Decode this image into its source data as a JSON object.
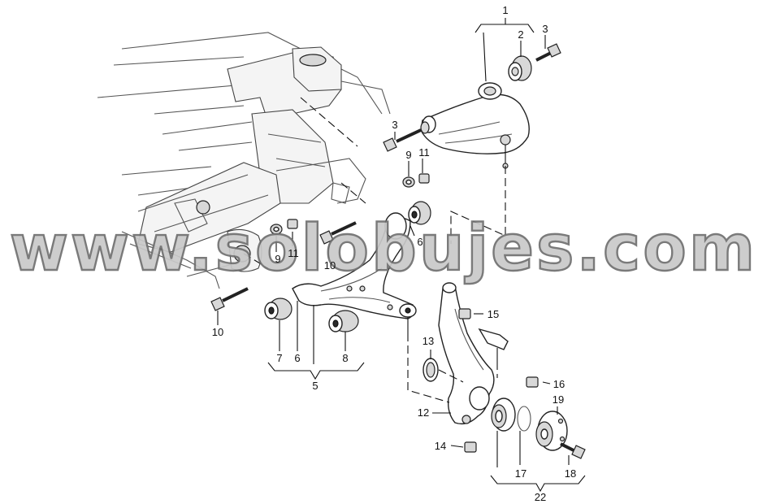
{
  "watermark": "www.solobujes.com",
  "callouts": {
    "c1": "1",
    "c2": "2",
    "c3a": "3",
    "c3b": "3",
    "c5": "5",
    "c6a": "6",
    "c6b": "6",
    "c7": "7",
    "c8": "8",
    "c9a": "9",
    "c9b": "9",
    "c10a": "10",
    "c10b": "10",
    "c11a": "11",
    "c11b": "11",
    "c12": "12",
    "c13": "13",
    "c14": "14",
    "c15": "15",
    "c16": "16",
    "c17": "17",
    "c18": "18",
    "c19": "19",
    "c22": "22"
  }
}
